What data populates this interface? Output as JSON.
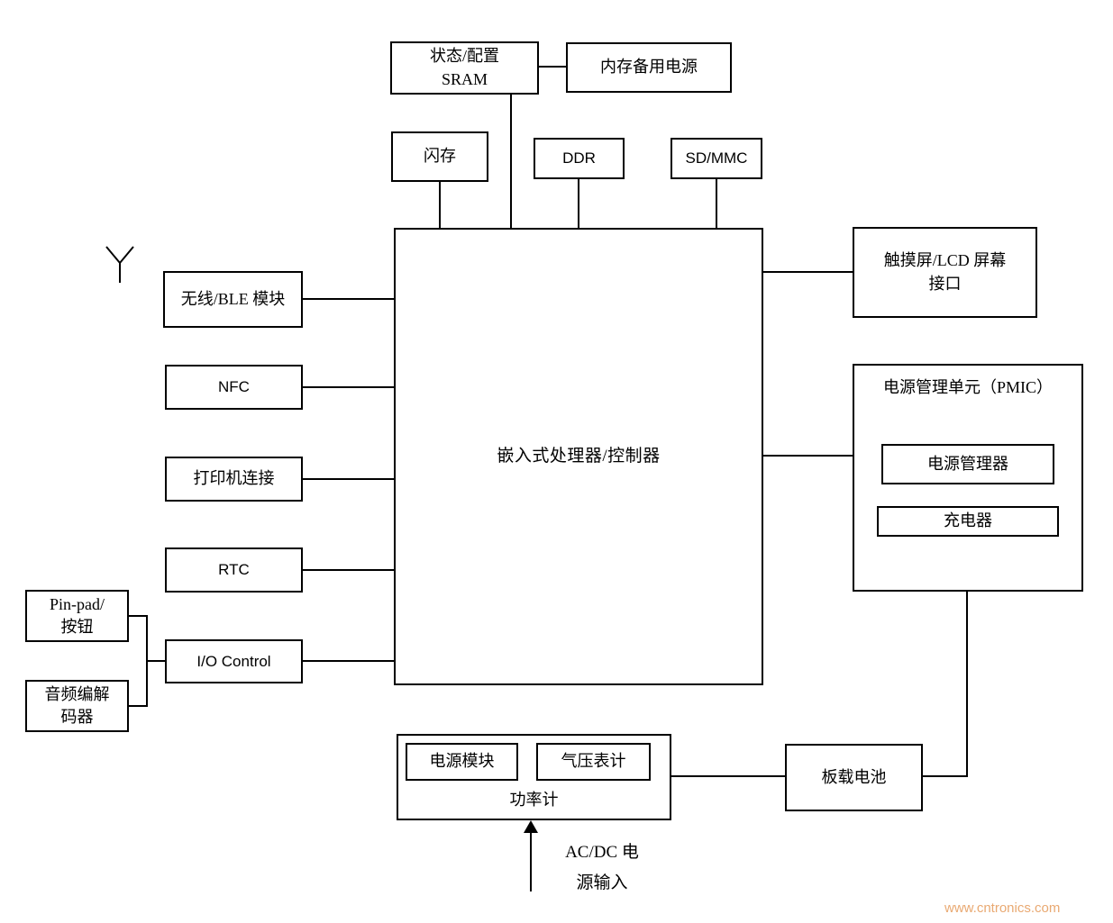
{
  "nodes": {
    "sram": "状态/配置\nSRAM",
    "mem_backup": "内存备用电源",
    "flash": "闪存",
    "ddr": "DDR",
    "sdmmc": "SD/MMC",
    "cpu": "嵌入式处理器/控制器",
    "wireless": "无线/BLE 模块",
    "nfc": "NFC",
    "printer": "打印机连接",
    "rtc": "RTC",
    "pinpad": "Pin-pad/\n按钮",
    "io_control": "I/O Control",
    "audio_codec": "音频编解\n码器",
    "touchscreen": "触摸屏/LCD 屏幕\n接口",
    "pmic": "电源管理单元（PMIC）",
    "power_manager": "电源管理器",
    "charger": "充电器",
    "power_module": "电源模块",
    "barometer": "气压表计",
    "power_meter": "功率计",
    "battery": "板载电池",
    "acdc_input": "AC/DC 电\n源输入"
  },
  "watermark": "www.cntronics.com",
  "colors": {
    "line": "#000000",
    "watermark": "#e9a972"
  }
}
